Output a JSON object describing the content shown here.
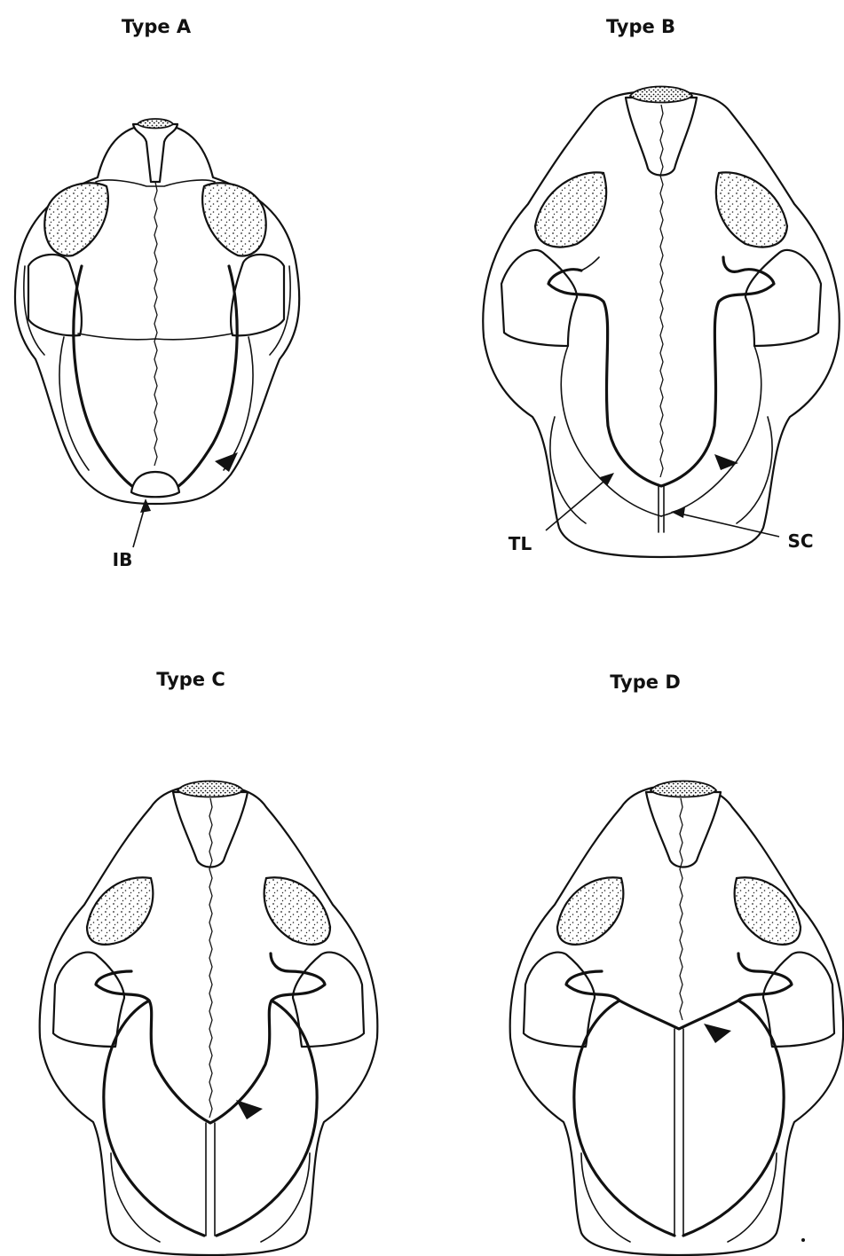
{
  "panels": [
    {
      "id": "A",
      "label": "Type A"
    },
    {
      "id": "B",
      "label": "Type B"
    },
    {
      "id": "C",
      "label": "Type C"
    },
    {
      "id": "D",
      "label": "Type D"
    }
  ],
  "annotations": {
    "ib": "IB",
    "tl": "TL",
    "sc": "SC"
  },
  "colors": {
    "ink": "#111111",
    "paper": "#ffffff"
  }
}
